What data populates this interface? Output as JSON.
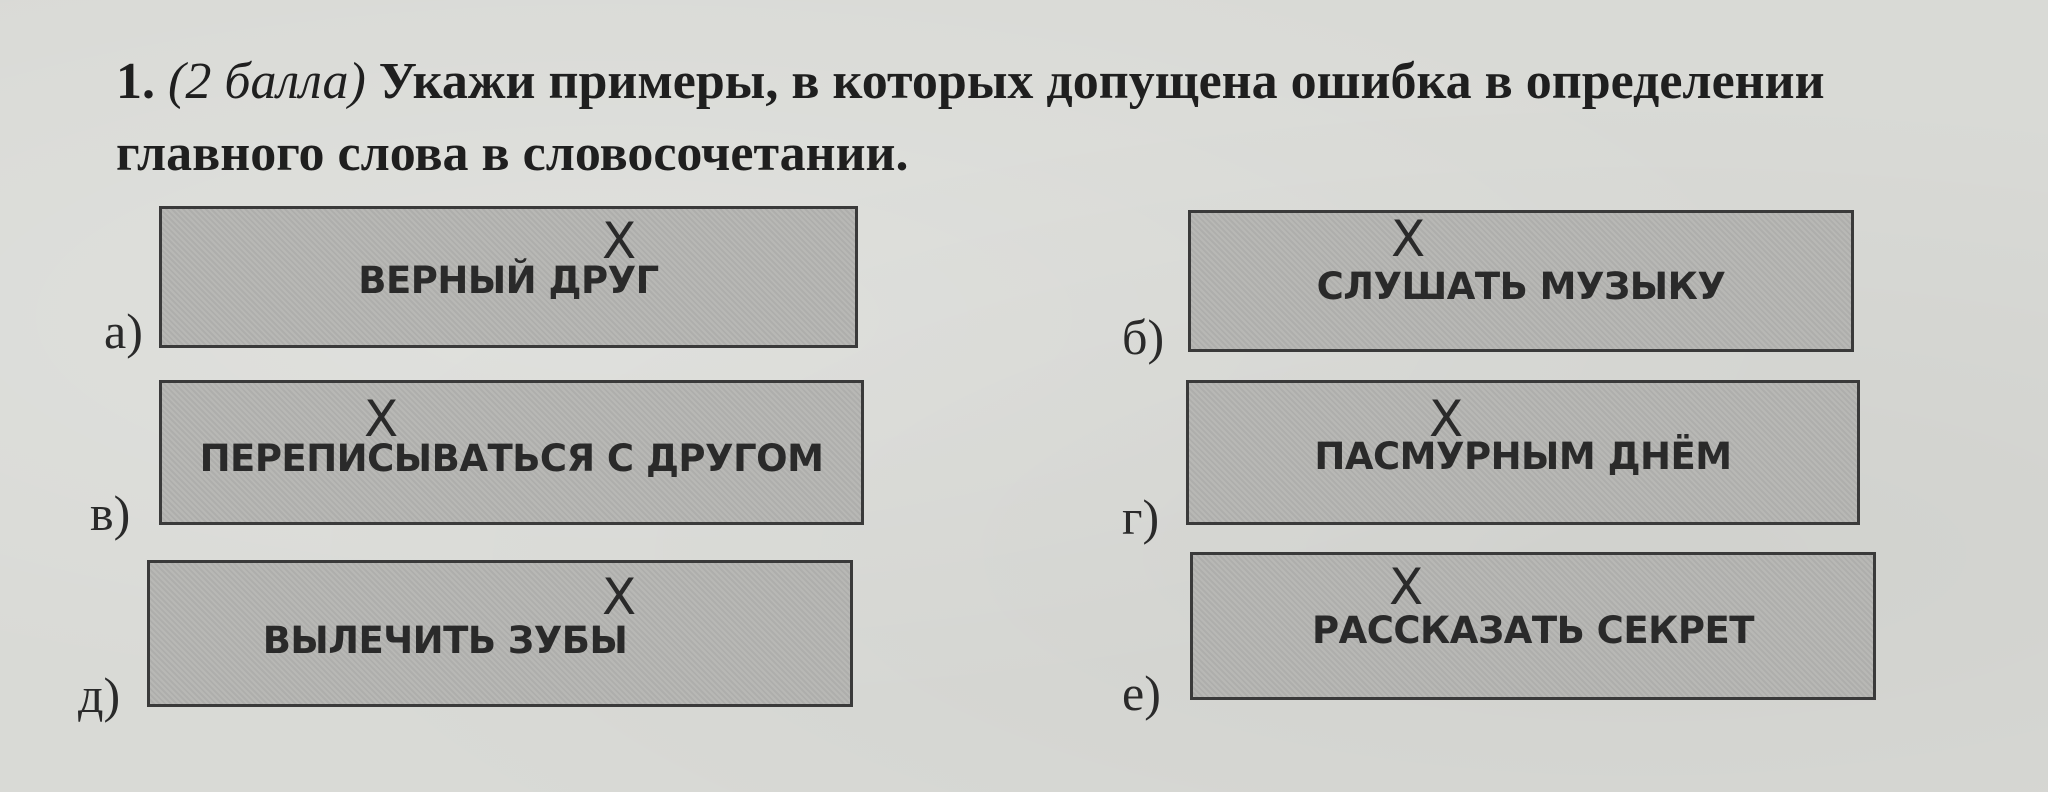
{
  "task": {
    "number": "1.",
    "points": "(2 балла)",
    "text": "Укажи примеры, в которых допущена ошибка в определении главного слова в словосочетании."
  },
  "options": [
    {
      "letter": "а)",
      "phrase": "ВЕРНЫЙ ДРУГ",
      "mark": "X"
    },
    {
      "letter": "б)",
      "phrase": "СЛУШАТЬ МУЗЫКУ",
      "mark": "X"
    },
    {
      "letter": "в)",
      "phrase": "ПЕРЕПИСЫВАТЬСЯ С ДРУГОМ",
      "mark": "X"
    },
    {
      "letter": "г)",
      "phrase": "ПАСМУРНЫМ ДНЁМ",
      "mark": "X"
    },
    {
      "letter": "д)",
      "phrase": "ВЫЛЕЧИТЬ ЗУБЫ",
      "mark": "X"
    },
    {
      "letter": "е)",
      "phrase": "РАССКАЗАТЬ СЕКРЕТ",
      "mark": "X"
    }
  ]
}
